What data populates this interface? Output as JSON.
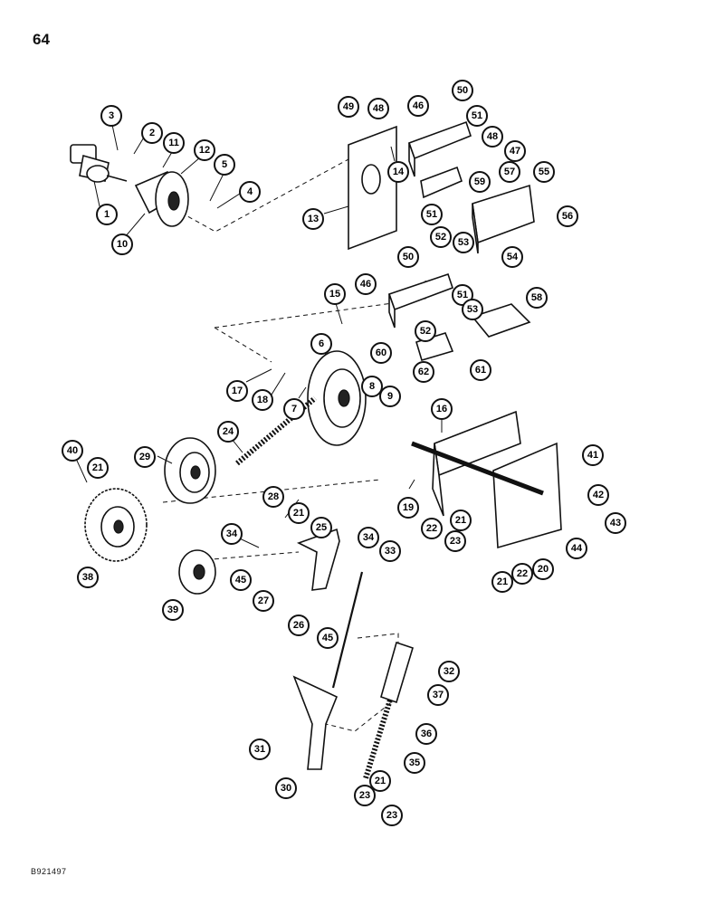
{
  "page": {
    "number": "64",
    "reference_code": "B921497"
  },
  "callouts": [
    "1",
    "2",
    "3",
    "4",
    "5",
    "6",
    "7",
    "8",
    "9",
    "10",
    "11",
    "12",
    "13",
    "14",
    "15",
    "16",
    "17",
    "18",
    "19",
    "20",
    "21",
    "21",
    "21",
    "21",
    "21",
    "22",
    "22",
    "23",
    "23",
    "23",
    "24",
    "25",
    "26",
    "27",
    "28",
    "29",
    "30",
    "31",
    "32",
    "33",
    "34",
    "34",
    "35",
    "36",
    "37",
    "38",
    "39",
    "40",
    "41",
    "42",
    "43",
    "44",
    "45",
    "45",
    "46",
    "46",
    "47",
    "48",
    "48",
    "49",
    "50",
    "50",
    "51",
    "51",
    "51",
    "52",
    "52",
    "53",
    "53",
    "54",
    "55",
    "56",
    "57",
    "58",
    "59",
    "60",
    "61",
    "62"
  ]
}
